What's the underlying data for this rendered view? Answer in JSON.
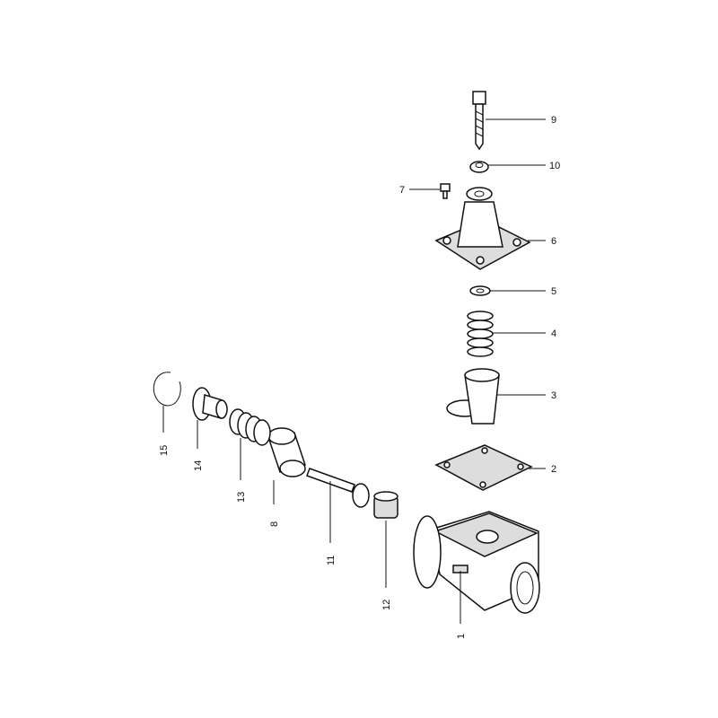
{
  "diagram": {
    "type": "exploded-parts-view",
    "parts": [
      {
        "number": "1",
        "name": "valve-body"
      },
      {
        "number": "2",
        "name": "gasket"
      },
      {
        "number": "3",
        "name": "piston-sleeve"
      },
      {
        "number": "4",
        "name": "spring"
      },
      {
        "number": "5",
        "name": "washer"
      },
      {
        "number": "6",
        "name": "cover"
      },
      {
        "number": "7",
        "name": "screw"
      },
      {
        "number": "8",
        "name": "bushing"
      },
      {
        "number": "9",
        "name": "bolt"
      },
      {
        "number": "10",
        "name": "nut"
      },
      {
        "number": "11",
        "name": "valve-stem"
      },
      {
        "number": "12",
        "name": "sleeve"
      },
      {
        "number": "13",
        "name": "spring"
      },
      {
        "number": "14",
        "name": "spring-seat"
      },
      {
        "number": "15",
        "name": "circlip"
      }
    ]
  }
}
